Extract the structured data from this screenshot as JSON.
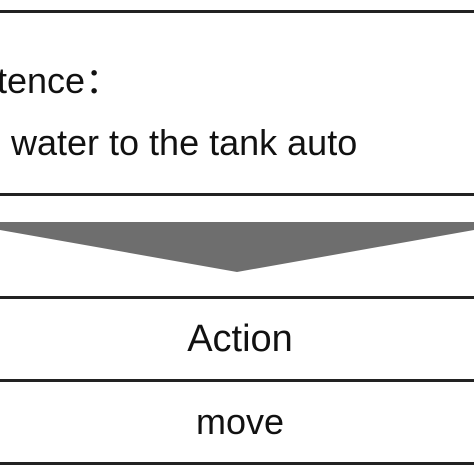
{
  "sentence": {
    "title": "tence：",
    "text": "water to the tank auto"
  },
  "steps": {
    "action_label": "Action",
    "move_label": "move"
  },
  "colors": {
    "border": "#222222",
    "arrow": "#6e6e6e"
  }
}
